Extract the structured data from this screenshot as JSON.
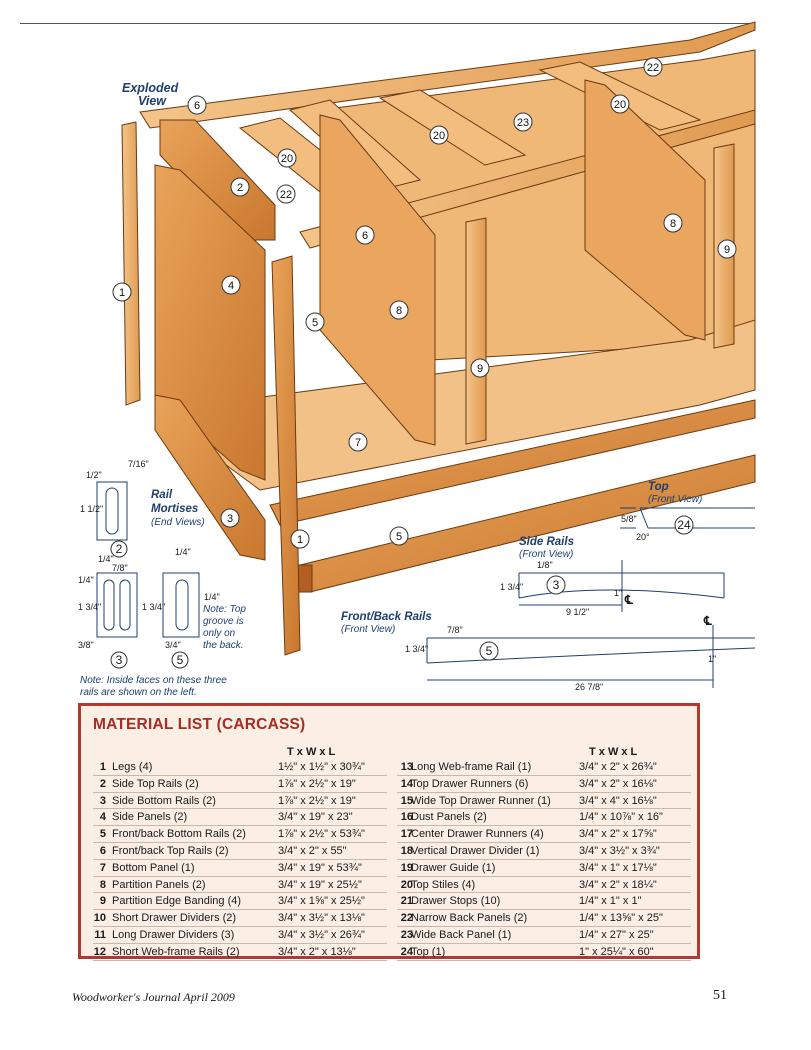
{
  "illustration": {
    "exploded_title": [
      "Exploded",
      "View"
    ],
    "part_callouts": [
      "22",
      "20",
      "6",
      "20",
      "23",
      "2",
      "20",
      "22",
      "8",
      "6",
      "9",
      "1",
      "4",
      "5",
      "8",
      "9",
      "7",
      "3",
      "1",
      "5"
    ],
    "rail_mortises": {
      "title": "Rail",
      "title2": "Mortises",
      "subtitle": "(End Views)"
    },
    "mortise_dims": {
      "d1": "7/16\"",
      "d2": "1/2\"",
      "d3": "1 1/2\"",
      "d4": "7/8\"",
      "d5": "1/4\"",
      "d6": "1/4\"",
      "d7": "1 3/4\"",
      "d8": "3/8\"",
      "d9": "1/4\"",
      "d10": "1 3/4\"",
      "d11": "3/4\"",
      "d12": "1/4\""
    },
    "mortise_parts": [
      "2",
      "3",
      "5"
    ],
    "groove_note": [
      "Note: Top",
      "groove is",
      "only on",
      "the back."
    ],
    "inside_note": [
      "Note: Inside faces on these three",
      "rails are shown on the left."
    ],
    "top_view": {
      "title": "Top",
      "subtitle": "(Front View)",
      "dim_a": "5/8\"",
      "dim_b": "20°",
      "part": "24"
    },
    "side_rails": {
      "title": "Side Rails",
      "subtitle": "(Front View)",
      "dim_a": "1/8\"",
      "dim_b": "1 3/4\"",
      "dim_c": "1\"",
      "dim_d": "9 1/2\"",
      "part": "3",
      "cl": "℄"
    },
    "front_back_rails": {
      "title": "Front/Back Rails",
      "subtitle": "(Front View)",
      "dim_a": "7/8\"",
      "dim_b": "1 3/4\"",
      "dim_c": "1\"",
      "dim_d": "26 7/8\"",
      "part": "5",
      "cl": "℄"
    }
  },
  "material_list": {
    "title": "MATERIAL LIST (CARCASS)",
    "column_header": "T x W x L",
    "left": [
      {
        "n": "1",
        "name": "Legs (4)",
        "dim": "1½\" x 1½\" x 30¾\""
      },
      {
        "n": "2",
        "name": "Side Top Rails (2)",
        "dim": "1⅞\" x 2½\" x 19\""
      },
      {
        "n": "3",
        "name": "Side Bottom Rails (2)",
        "dim": "1⅞\" x 2½\" x 19\""
      },
      {
        "n": "4",
        "name": "Side Panels (2)",
        "dim": "3/4\" x 19\" x 23\""
      },
      {
        "n": "5",
        "name": "Front/back Bottom Rails (2)",
        "dim": "1⅞\" x 2½\" x 53¾\""
      },
      {
        "n": "6",
        "name": "Front/back Top Rails (2)",
        "dim": "3/4\" x 2\" x 55\""
      },
      {
        "n": "7",
        "name": "Bottom Panel (1)",
        "dim": "3/4\" x 19\" x 53¾\""
      },
      {
        "n": "8",
        "name": "Partition Panels (2)",
        "dim": "3/4\" x 19\" x 25½\""
      },
      {
        "n": "9",
        "name": "Partition Edge Banding (4)",
        "dim": "3/4\" x 1⅝\" x 25½\""
      },
      {
        "n": "10",
        "name": "Short Drawer Dividers (2)",
        "dim": "3/4\" x 3½\" x 13⅛\""
      },
      {
        "n": "11",
        "name": "Long Drawer Dividers (3)",
        "dim": "3/4\" x 3½\" x 26¾\""
      },
      {
        "n": "12",
        "name": "Short Web-frame Rails (2)",
        "dim": "3/4\" x 2\" x 13⅛\""
      }
    ],
    "right": [
      {
        "n": "13",
        "name": "Long Web-frame Rail (1)",
        "dim": "3/4\" x 2\" x 26¾\""
      },
      {
        "n": "14",
        "name": "Top Drawer Runners (6)",
        "dim": "3/4\" x 2\" x 16⅛\""
      },
      {
        "n": "15",
        "name": "Wide Top Drawer Runner (1)",
        "dim": "3/4\" x 4\" x 16⅛\""
      },
      {
        "n": "16",
        "name": "Dust Panels (2)",
        "dim": "1/4\" x 10⅞\" x 16\""
      },
      {
        "n": "17",
        "name": "Center Drawer Runners (4)",
        "dim": "3/4\" x 2\" x 17⅝\""
      },
      {
        "n": "18",
        "name": "Vertical Drawer Divider (1)",
        "dim": "3/4\" x 3½\" x 3¾\""
      },
      {
        "n": "19",
        "name": "Drawer Guide (1)",
        "dim": "3/4\" x 1\" x 17⅛\""
      },
      {
        "n": "20",
        "name": "Top Stiles (4)",
        "dim": "3/4\" x 2\" x 18¼\""
      },
      {
        "n": "21",
        "name": "Drawer Stops (10)",
        "dim": "1/4\" x 1\" x 1\""
      },
      {
        "n": "22",
        "name": "Narrow Back Panels (2)",
        "dim": "1/4\" x 13⅝\" x 25\""
      },
      {
        "n": "23",
        "name": "Wide Back Panel (1)",
        "dim": "1/4\" x 27\" x 25\""
      },
      {
        "n": "24",
        "name": "Top (1)",
        "dim": "1\" x 25¼\" x 60\""
      }
    ]
  },
  "footer": {
    "publication": "Woodworker's Journal   April 2009",
    "page": "51"
  }
}
